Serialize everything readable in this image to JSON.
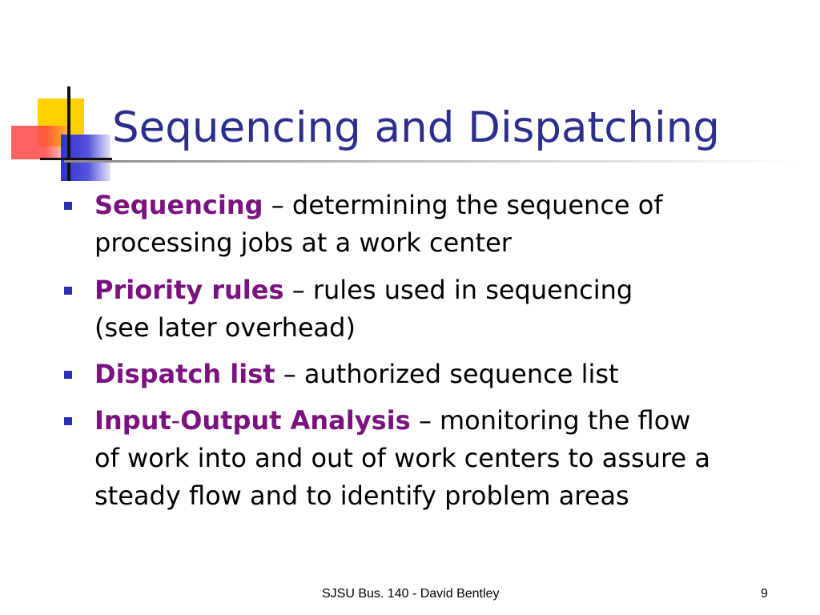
{
  "slide": {
    "title": "Sequencing and Dispatching",
    "colors": {
      "title": "#2c2e8c",
      "term": "#7b1280",
      "bullet_marker": "#2b2fb8",
      "logo_yellow": "#ffd000",
      "logo_red": "#ff5a5a",
      "logo_blue": "#3333cc"
    },
    "bullets": [
      {
        "term": "Sequencing",
        "line1": "– determining the sequence of",
        "line2": "processing jobs at a work center"
      },
      {
        "term": "Priority rules",
        "line1": "– rules used in sequencing",
        "line2": "(see later overhead)"
      },
      {
        "term": "Dispatch list",
        "line1": "– authorized sequence list"
      },
      {
        "term_part1": "Input",
        "term_dash": "-",
        "term_part2": "Output Analysis",
        "line1": "– monitoring the flow",
        "line2": "of work into and out of work centers to assure a",
        "line3": "steady flow and to identify problem areas"
      }
    ],
    "footer": {
      "text": "SJSU Bus. 140 - David Bentley",
      "page_number": "9"
    }
  }
}
